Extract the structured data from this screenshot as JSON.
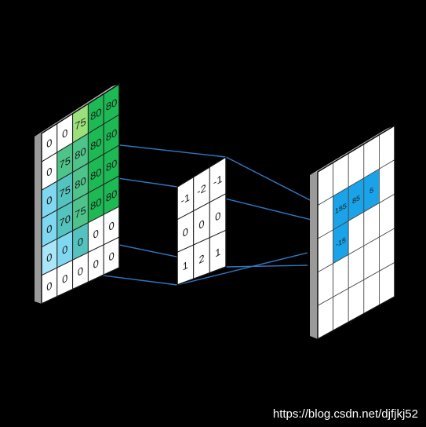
{
  "input_grid": [
    [
      "0",
      "0",
      "75",
      "80",
      "80"
    ],
    [
      "0",
      "75",
      "80",
      "80",
      "80"
    ],
    [
      "0",
      "75",
      "80",
      "80",
      "80"
    ],
    [
      "0",
      "70",
      "75",
      "80",
      "80"
    ],
    [
      "0",
      "0",
      "0",
      "0",
      "0"
    ]
  ],
  "input_bottom_row": [
    "0",
    "0",
    "0",
    "0",
    "0"
  ],
  "kernel": [
    [
      "-1",
      "-2",
      "-1"
    ],
    [
      "0",
      "0",
      "0"
    ],
    [
      "1",
      "2",
      "1"
    ]
  ],
  "output_values": [
    "155",
    "85",
    "5",
    "-15"
  ],
  "watermark": "https://blog.csdn.net/djfjkj52",
  "colors": {
    "bright_green": "#1db954",
    "mid_green": "#4ec48a",
    "light_green": "#9be07a",
    "teal": "#54c3bf",
    "cyan": "#7fd8f0",
    "light_cyan": "#a9e6f7",
    "output_blue": "#1aa3e8",
    "frame_gray": "#9a9a9a",
    "line_blue": "#2f78c4"
  }
}
